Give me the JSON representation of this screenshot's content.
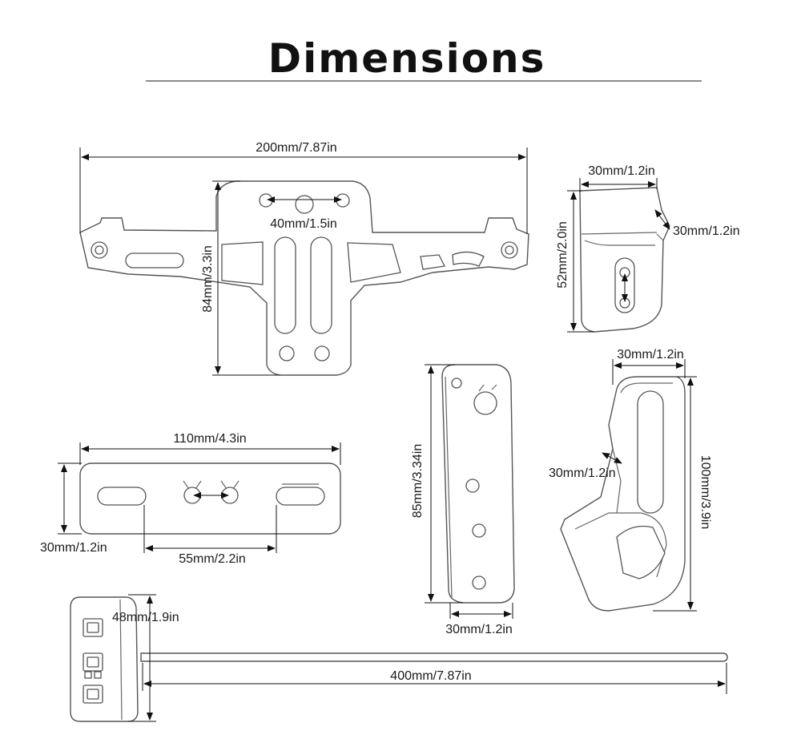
{
  "title": "Dimensions",
  "dimensions": {
    "main_width": "200mm/7.87in",
    "main_height": "84mm/3.3in",
    "main_hole_spacing": "40mm/1.5in",
    "side_width": "30mm/1.2in",
    "side_depth": "30mm/1.2in",
    "side_height": "52mm/2.0in",
    "plate_width": "110mm/4.3in",
    "plate_height": "30mm/1.2in",
    "plate_slot_spacing": "55mm/2.2in",
    "strip_height": "85mm/3.34in",
    "strip_width": "30mm/1.2in",
    "lbracket_top": "30mm/1.2in",
    "lbracket_side": "30mm/1.2in",
    "lbracket_height": "100mm/3.9in",
    "light_height": "48mm/1.9in",
    "cable_length": "400mm/7.87in"
  }
}
